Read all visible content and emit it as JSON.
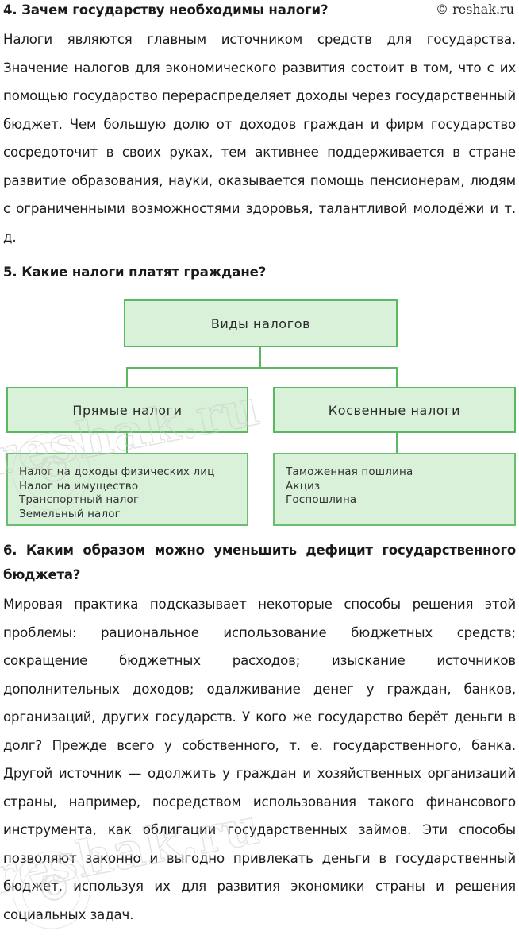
{
  "copyright": "© reshak.ru",
  "watermark": {
    "text": "reshak.ru",
    "symbol": "©"
  },
  "questions": [
    {
      "id": "q4",
      "heading": "4. Зачем государству необходимы налоги?",
      "answer": "Налоги являются главным источником средств для государства. Значение налогов для экономического развития состоит в том, что с их помощью государство перераспределяет доходы через государственный бюджет. Чем большую долю от доходов граждан и фирм государство сосредоточит в своих руках, тем активнее поддерживается в стране развитие образования, науки, оказывается помощь пенсионерам, людям с ограниченными возможностями здоровья, талантливой молодёжи и т. д."
    },
    {
      "id": "q5",
      "heading": "5. Какие налоги платят граждане?"
    },
    {
      "id": "q6",
      "heading": "6. Каким образом можно уменьшить дефицит государственного бюджета?",
      "answer": "Мировая практика подсказывает некоторые способы решения этой проблемы: рациональное использование бюджетных средств; сокращение бюджетных расходов; изыскание источников дополнительных доходов; одалживание денег у граждан, банков, организаций, других государств. У кого же государство берёт деньги в долг? Прежде всего у собственного, т. е. государственного, банка. Другой источник — одолжить у граждан и хозяйственных организаций страны, например, посредством использования такого финансового инструмента, как облигации государственных займов. Эти способы позволяют законно и выгодно привлекать деньги в государственный бюджет, используя их для развития экономики страны и решения социальных задач."
    }
  ],
  "diagram": {
    "root": "Виды налогов",
    "branches": [
      {
        "title": "Прямые налоги",
        "items": [
          "Налог на доходы физических лиц",
          "Налог на имущество",
          "Транспортный налог",
          "Земельный налог"
        ]
      },
      {
        "title": "Косвенные налоги",
        "items": [
          "Таможенная пошлина",
          "Акциз",
          "Госпошлина"
        ]
      }
    ],
    "colors": {
      "fill": "#d9f0d9",
      "border": "#5cb860"
    }
  }
}
